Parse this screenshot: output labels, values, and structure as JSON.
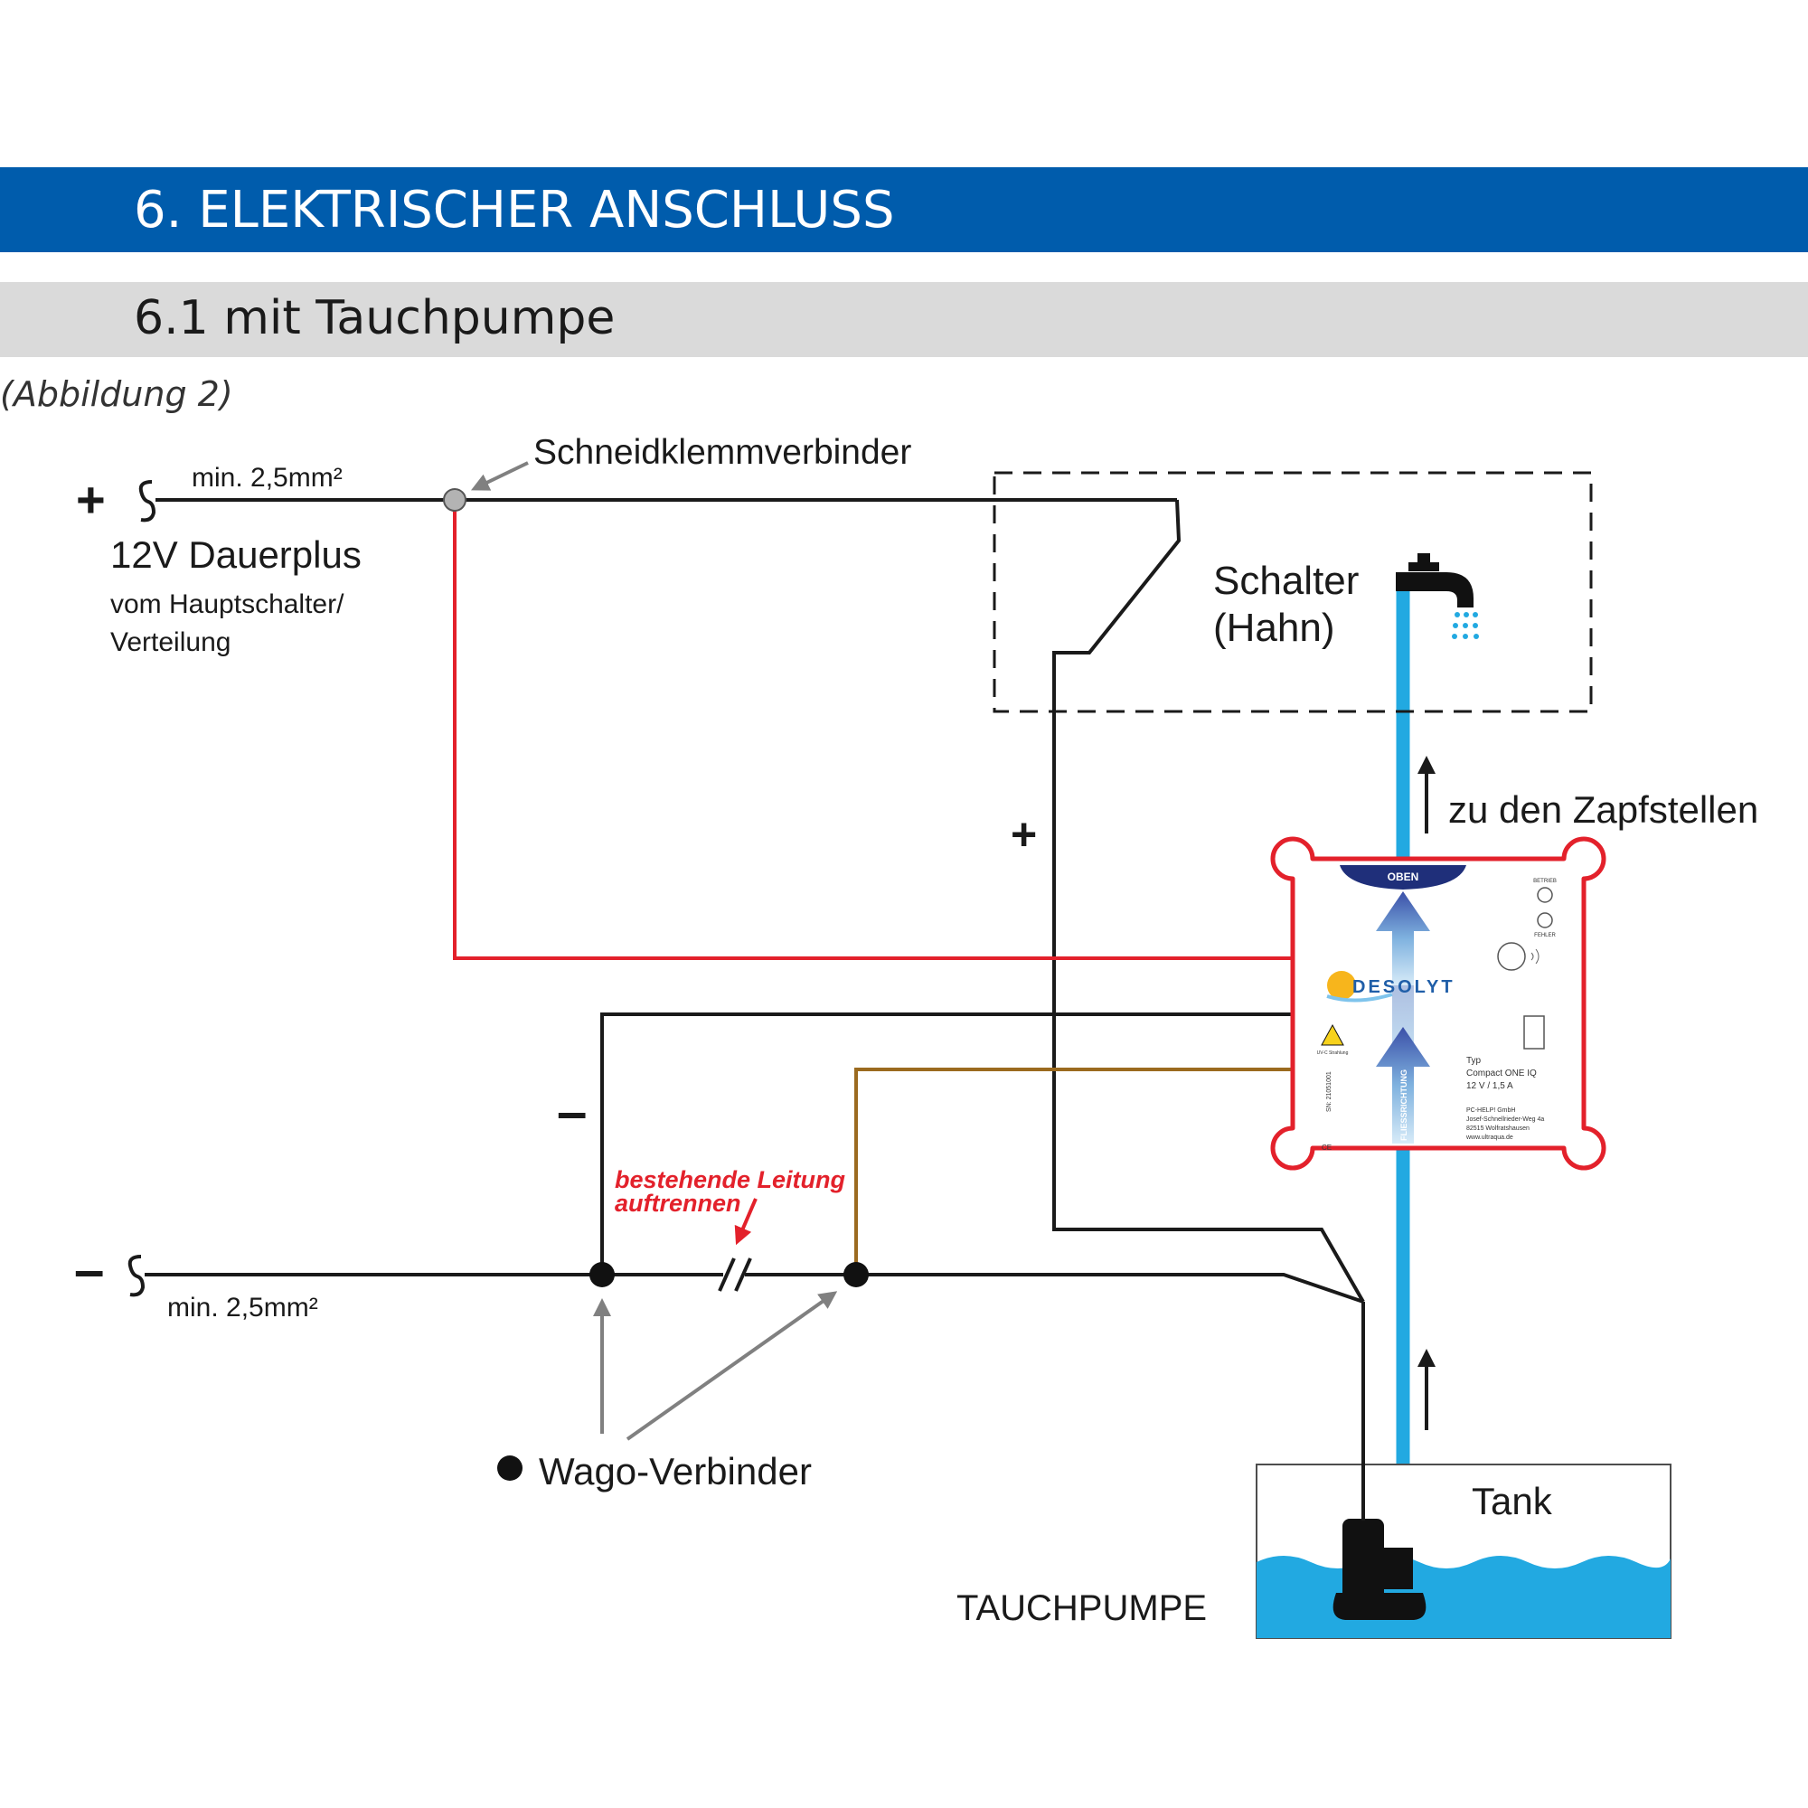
{
  "header": {
    "section_title": "6.  ELEKTRISCHER ANSCHLUSS",
    "subsection_title": "6.1  mit Tauchpumpe",
    "figure_ref": "(Abbildung 2)"
  },
  "colors": {
    "header_blue": "#005cac",
    "subheader_gray": "#dadada",
    "wire_red": "#e3212b",
    "wire_black": "#1a1a1a",
    "wire_brown": "#9b6a1f",
    "water_blue": "#22a9e1",
    "annotation_red": "#e3212b",
    "pointer_gray": "#808080"
  },
  "diagram": {
    "plus_sign": "+",
    "minus_sign": "–",
    "plus_wire_gauge": "min. 2,5mm²",
    "minus_wire_gauge": "min. 2,5mm²",
    "supply_label": "12V Dauerplus",
    "supply_sub_1": "vom Hauptschalter/",
    "supply_sub_2": "Verteilung",
    "connector_label": "Schneidklemmverbinder",
    "switch_label_1": "Schalter",
    "switch_label_2": "(Hahn)",
    "flow_label": "zu den Zapfstellen",
    "wire_plus": "+",
    "wire_minus": "–",
    "cut_note_1": "bestehende Leitung",
    "cut_note_2": "auftrennen",
    "wago_label": "Wago-Verbinder",
    "tank_label": "Tank",
    "pump_label": "TAUCHPUMPE"
  },
  "device": {
    "top_label": "OBEN",
    "led_1": "BETRIEB",
    "led_2": "FEHLER",
    "brand": "DESOLYT",
    "flow_text": "FLIESSRICHTUNG",
    "warning_text": "UV-C Strahlung",
    "serial": "SN: 21051001",
    "type_label": "Typ",
    "model": "Compact ONE IQ",
    "rating": "12 V / 1,5 A",
    "maker_1": "PC-HELP! GmbH",
    "maker_2": "Josef-Schnellrieder-Weg 4a",
    "maker_3": "82515 Wolfratshausen",
    "maker_4": "www.ultraqua.de",
    "ce_mark": "CE"
  }
}
